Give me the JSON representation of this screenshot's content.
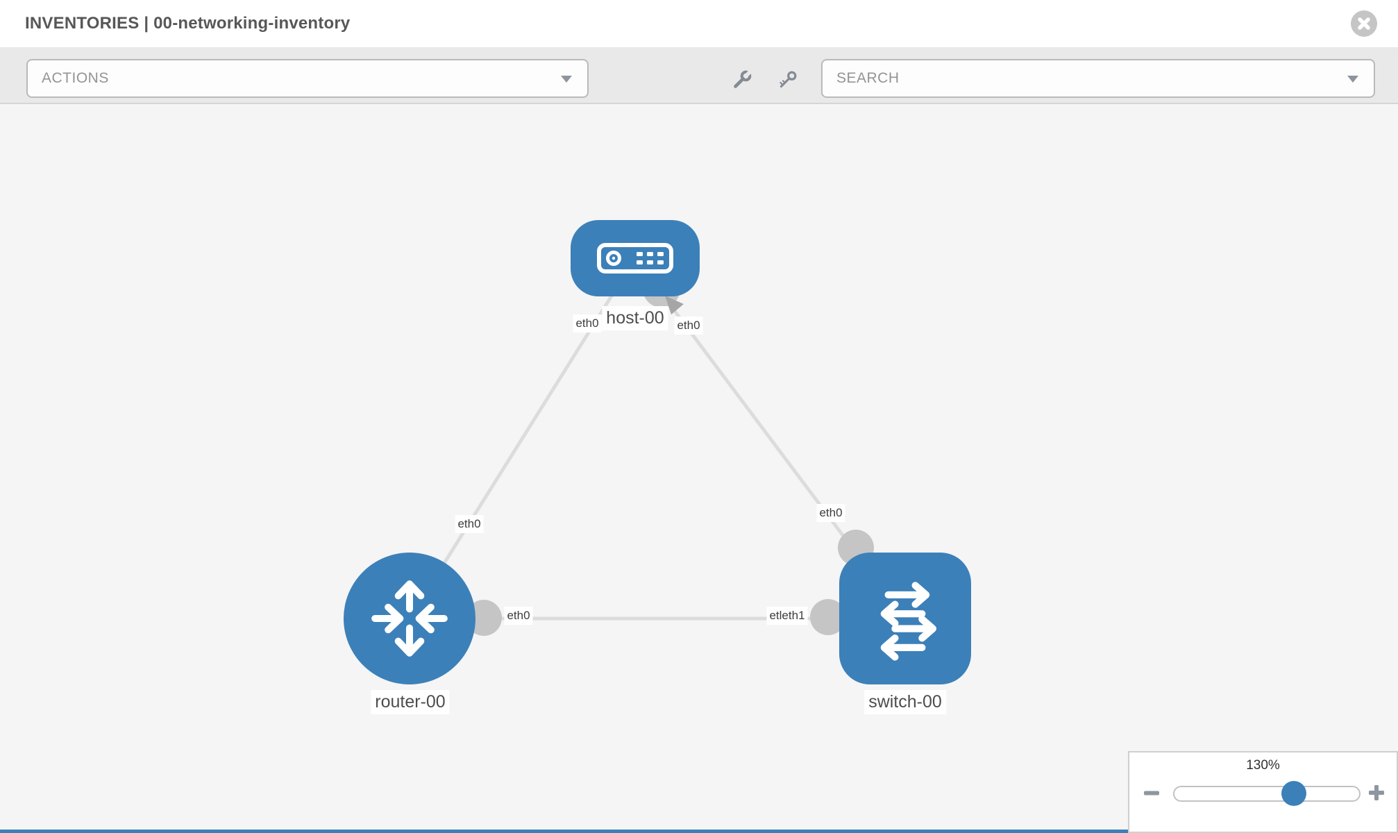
{
  "header": {
    "title": "INVENTORIES | 00-networking-inventory",
    "close_icon": "circle-x"
  },
  "toolbar": {
    "actions_label": "ACTIONS",
    "search_placeholder": "SEARCH",
    "icons": [
      "wrench-icon",
      "key-icon",
      "dropdown-caret-icon"
    ]
  },
  "topology": {
    "nodes": [
      {
        "label": "host-00",
        "type": "host"
      },
      {
        "label": "router-00",
        "type": "router"
      },
      {
        "label": "switch-00",
        "type": "switch"
      }
    ],
    "links": [
      {
        "from": "host-00",
        "to": "router-00",
        "from_port": "eth0",
        "to_port": "eth0"
      },
      {
        "from": "host-00",
        "to": "switch-00",
        "from_port": "eth0",
        "to_port": "eth0"
      },
      {
        "from": "router-00",
        "to": "switch-00",
        "from_port": "eth0",
        "to_port": "etleth1"
      }
    ]
  },
  "zoom_control": {
    "value": "130%",
    "percent": 130,
    "minus_icon": "minus-icon",
    "plus_icon": "plus-icon"
  },
  "colors": {
    "node_blue": "#3c80b9",
    "link_gray": "#dcdcdc",
    "port_gray": "#c5c5c5",
    "toolbar_gray": "#e9e9e9",
    "canvas_gray": "#f5f5f5"
  }
}
